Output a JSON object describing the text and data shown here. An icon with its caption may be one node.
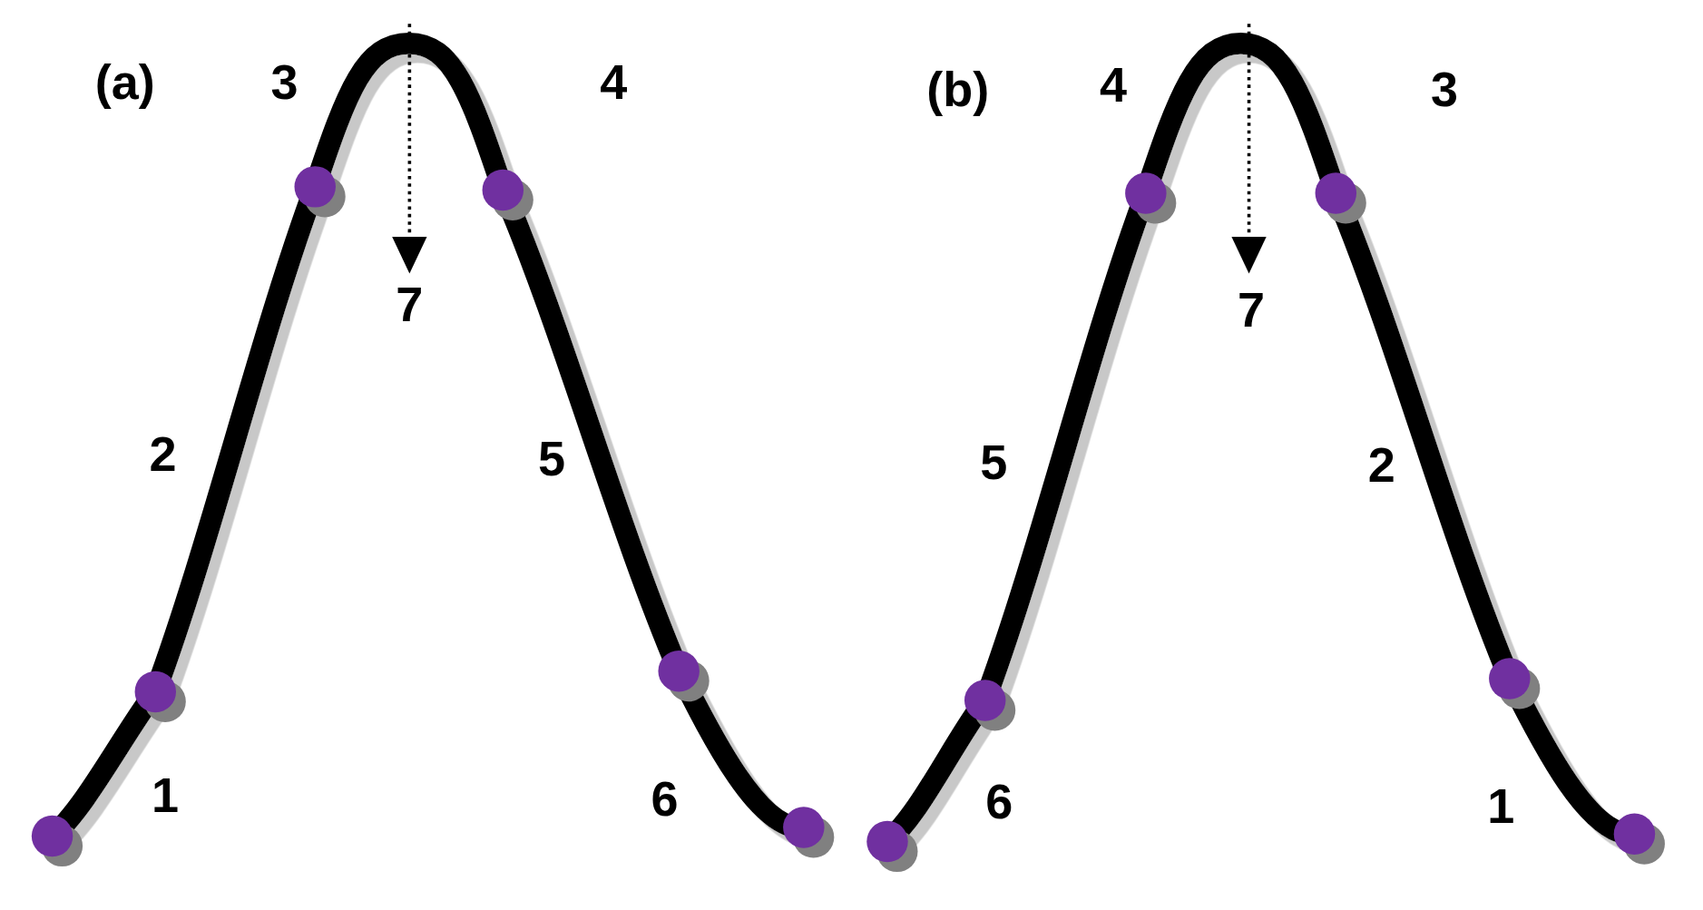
{
  "diagram": {
    "nodes": [
      {
        "text": [],
        "shape": "circle"
      },
      {
        "text": [],
        "shape": "circle"
      },
      {
        "text": [],
        "shape": "circle"
      },
      {
        "text": [],
        "shape": "circle"
      },
      {
        "text": [],
        "shape": "circle"
      },
      {
        "text": [],
        "shape": "circle"
      },
      {
        "text": [],
        "shape": "circle"
      },
      {
        "text": [],
        "shape": "circle"
      },
      {
        "text": [],
        "shape": "circle"
      },
      {
        "text": [],
        "shape": "circle"
      },
      {
        "text": [],
        "shape": "circle"
      },
      {
        "text": [],
        "shape": "circle"
      }
    ],
    "edges": [
      {
        "from": 0,
        "to": 1,
        "arrow": "none"
      },
      {
        "from": 1,
        "to": 2,
        "arrow": "none"
      },
      {
        "from": 2,
        "to": 3,
        "arrow": "none"
      },
      {
        "from": 3,
        "to": 4,
        "arrow": "none"
      },
      {
        "from": 4,
        "to": 5,
        "arrow": "none"
      },
      {
        "from": 6,
        "to": 7,
        "arrow": "none"
      },
      {
        "from": 7,
        "to": 8,
        "arrow": "none"
      },
      {
        "from": 8,
        "to": 9,
        "arrow": "none"
      },
      {
        "from": 9,
        "to": 10,
        "arrow": "none"
      },
      {
        "from": 10,
        "to": 11,
        "arrow": "none"
      }
    ],
    "labels": [
      "(a)",
      "3",
      "4",
      "7",
      "2",
      "5",
      "1",
      "6",
      "(b)",
      "4",
      "3",
      "7",
      "5",
      "2",
      "6",
      "1"
    ]
  }
}
